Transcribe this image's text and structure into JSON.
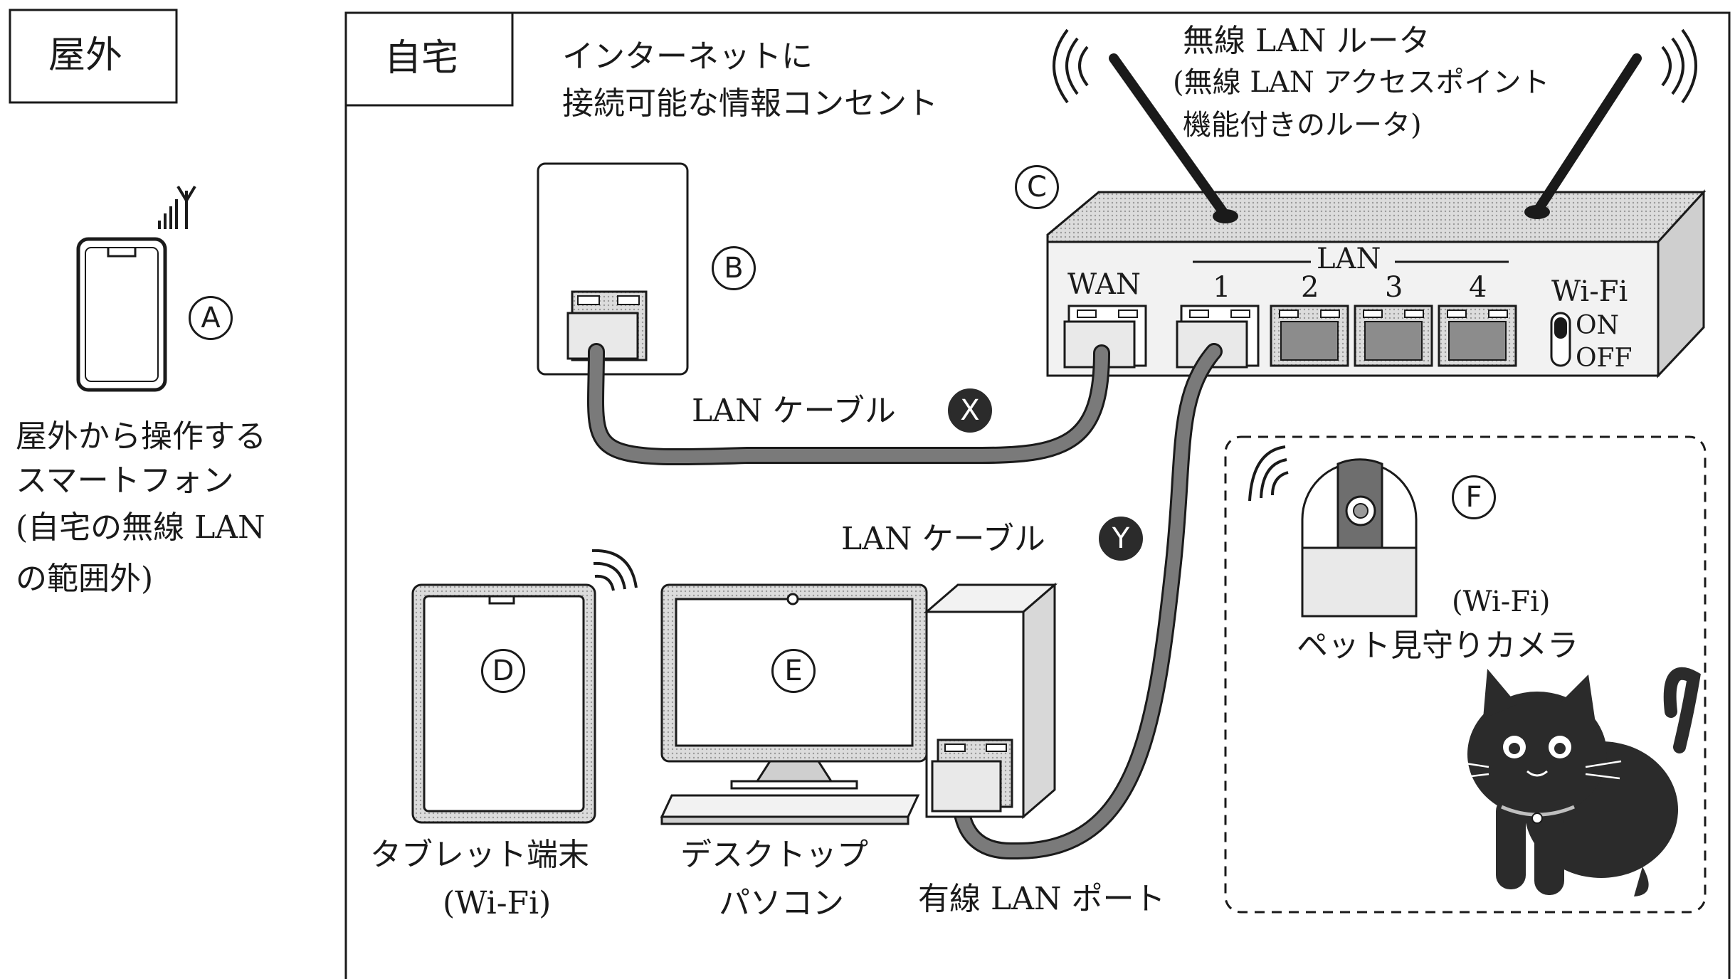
{
  "outdoor": {
    "section_title": "屋外",
    "markA": "A",
    "smartphone_desc": [
      "屋外から操作する",
      "スマートフォン",
      "(自宅の無線 LAN",
      "の範囲外)"
    ]
  },
  "home": {
    "section_title": "自宅",
    "outlet_desc": [
      "インターネットに",
      "接続可能な情報コンセント"
    ],
    "markB": "B",
    "router_desc": [
      "無線 LAN ルータ",
      "(無線 LAN アクセスポイント",
      "機能付きのルータ)"
    ],
    "markC": "C",
    "router_ports": {
      "wan": "WAN",
      "lan": "LAN",
      "lan_numbers": [
        "1",
        "2",
        "3",
        "4"
      ],
      "wifi": "Wi-Fi",
      "on": "ON",
      "off": "OFF"
    },
    "cable_x": "LAN ケーブル",
    "markX": "X",
    "cable_y": "LAN ケーブル",
    "markY": "Y",
    "markD": "D",
    "tablet_desc": [
      "タブレット端末",
      "(Wi-Fi)"
    ],
    "markE": "E",
    "pc_desc": [
      "デスクトップ",
      "パソコン"
    ],
    "wired_port": "有線 LAN ポート",
    "markF": "F",
    "camera_wifi": "(Wi-Fi)",
    "camera_desc": "ペット見守りカメラ"
  },
  "colors": {
    "line": "#1a1a1a",
    "cable": "#7a7a7a",
    "panel": "#e9e9e9",
    "port_dark": "#8c8c8c"
  }
}
